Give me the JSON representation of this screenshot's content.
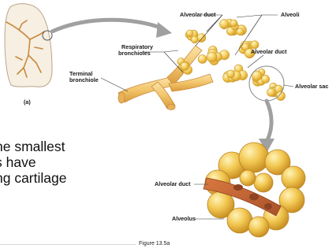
{
  "labels": {
    "alveolar_duct_top": "Alveolar duct",
    "alveoli": "Alveoli",
    "respiratory_bronchioles_line1": "Respiratory",
    "respiratory_bronchioles_line2": "bronchioles",
    "alveolar_duct_right": "Alveolar duct",
    "terminal_bronchiole_line1": "Terminal",
    "terminal_bronchiole_line2": "bronchiole",
    "alveolar_sac": "Alveolar sac",
    "panel_letter": "(a)",
    "alveolar_duct_lower": "Alveolar duct",
    "alveolus": "Alveolus"
  },
  "body_text": {
    "line1": "he smallest",
    "line2": "s have",
    "line3": "ng cartilage"
  },
  "caption": "Figure 13.5a",
  "colors": {
    "lung_fill": "#f6efe2",
    "bronchus": "#c98a3c",
    "alveoli_fill": "#f3c85c",
    "alveoli_stroke": "#c99a2e",
    "arrow": "#9b9b9b",
    "duct_fill": "#c46a3e"
  }
}
